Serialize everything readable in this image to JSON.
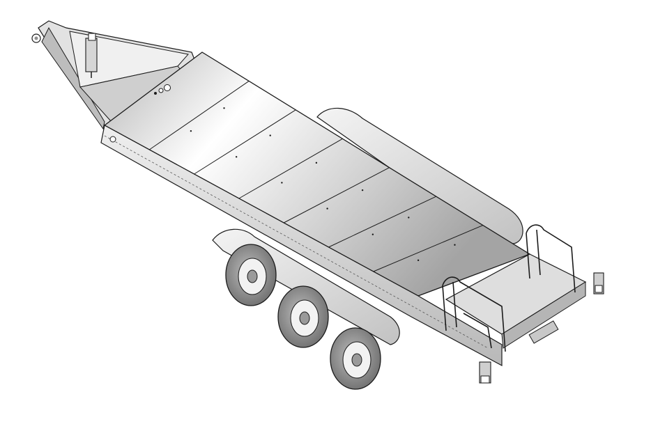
{
  "figure": {
    "subject": "",
    "colors": {
      "background": "#ffffff",
      "outline": "#1a1a1a",
      "frame_light": "#e4e4e4",
      "frame_mid": "#bdbdbd",
      "frame_dark": "#8f8f8f",
      "deck_highlight": "#ffffff",
      "deck_shade": "#a9a9a9",
      "tire": "#9a9a9a",
      "tire_dark": "#6e6e6e",
      "rim": "#f2f2f2"
    },
    "parts": [
      "tongue",
      "tongue-plate",
      "jack-post",
      "deck",
      "deck-panels",
      "side-rail",
      "fender",
      "wheels",
      "ramp-platform",
      "hand-rails",
      "rear-brackets"
    ],
    "wheel_count": 3,
    "deck_panel_count": 7
  }
}
